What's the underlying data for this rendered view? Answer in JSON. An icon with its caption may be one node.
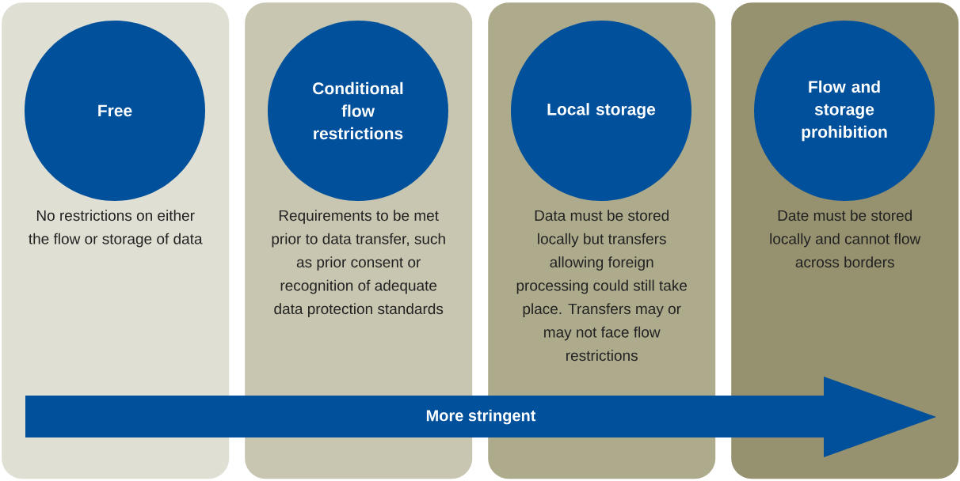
{
  "diagram": {
    "nodes": [
      {
        "text": [
          "No restrictions on either the flow or storage of data"
        ]
      },
      {
        "text": [
          "Free"
        ],
        "in": 0
      },
      {
        "text": [
          "Requirements to be met prior to data transfer, such as prior consent or recognition of adequate data protection standards"
        ]
      },
      {
        "text": [
          "Conditional flow restrictions"
        ],
        "in": 2
      },
      {
        "text": [
          "Data must be stored locally but transfers allowing foreign processing could still take place. Transfers may or may not face flow restrictions"
        ]
      },
      {
        "text": [
          "Local storage"
        ],
        "in": 4
      },
      {
        "text": [
          "Date must be stored locally and cannot flow across borders"
        ]
      },
      {
        "text": [
          "Flow and storage prohibition"
        ],
        "in": 6
      }
    ],
    "labels": [
      "More stringent"
    ]
  }
}
